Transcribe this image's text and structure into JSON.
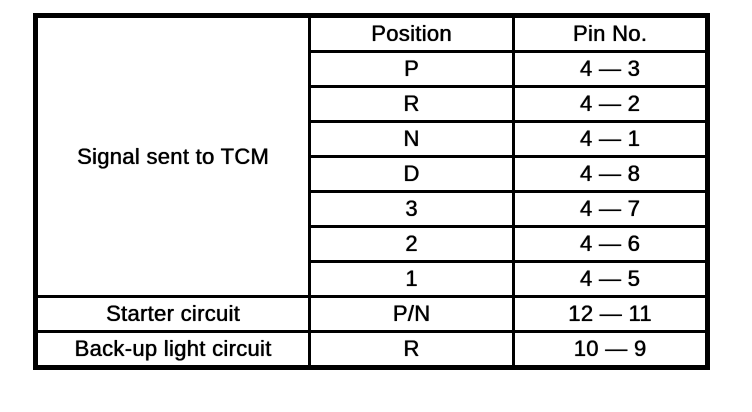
{
  "colors": {
    "ink": "#000000",
    "paper": "#ffffff"
  },
  "table": {
    "headers": {
      "position": "Position",
      "pin_no": "Pin No."
    },
    "signal_group": {
      "label": "Signal sent to TCM"
    },
    "signal_rows": [
      {
        "position": "P",
        "pin": "4 — 3"
      },
      {
        "position": "R",
        "pin": "4 — 2"
      },
      {
        "position": "N",
        "pin": "4 — 1"
      },
      {
        "position": "D",
        "pin": "4 — 8"
      },
      {
        "position": "3",
        "pin": "4 — 7"
      },
      {
        "position": "2",
        "pin": "4 — 6"
      },
      {
        "position": "1",
        "pin": "4 — 5"
      }
    ],
    "circuit_rows": [
      {
        "label": "Starter circuit",
        "position": "P/N",
        "pin": "12 — 11"
      },
      {
        "label": "Back-up light circuit",
        "position": "R",
        "pin": "10 — 9"
      }
    ]
  }
}
